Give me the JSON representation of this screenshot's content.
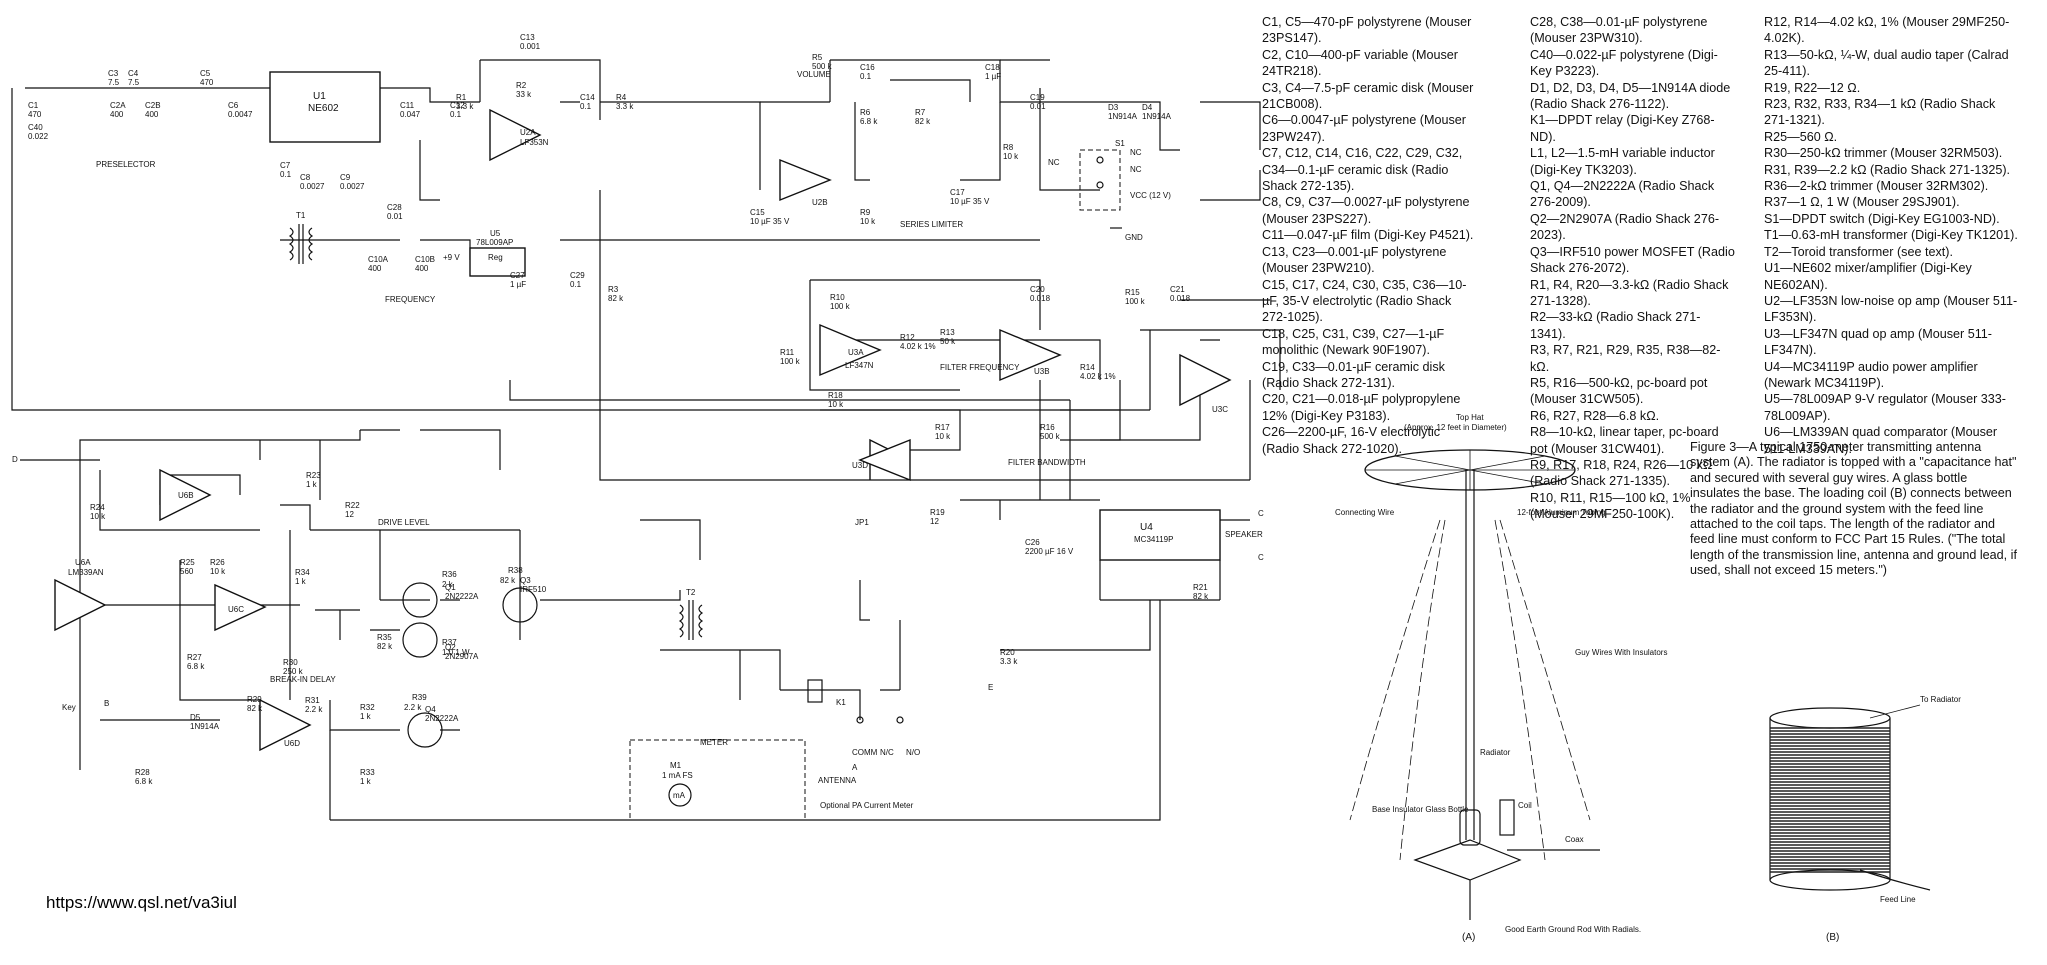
{
  "url_text": "https://www.qsl.net/va3iul",
  "schematic": {
    "ics": {
      "u1": {
        "ref": "U1",
        "part": "NE602"
      },
      "u2a": {
        "ref": "U2A",
        "part": "LF353N"
      },
      "u2b": {
        "ref": "U2B"
      },
      "u3a": {
        "ref": "U3A",
        "part": "LF347N"
      },
      "u3b": {
        "ref": "U3B"
      },
      "u3c": {
        "ref": "U3C"
      },
      "u3d": {
        "ref": "U3D"
      },
      "u4": {
        "ref": "U4",
        "part": "MC34119P"
      },
      "u5": {
        "ref": "U5",
        "part": "78L009AP",
        "inner": "Reg"
      },
      "u6a": {
        "ref": "U6A",
        "part": "LM339AN"
      },
      "u6b": {
        "ref": "U6B"
      },
      "u6c": {
        "ref": "U6C"
      },
      "u6d": {
        "ref": "U6D"
      }
    },
    "labels": {
      "preselector": "PRESELECTOR",
      "frequency": "FREQUENCY",
      "volume": "VOLUME",
      "series_limiter": "SERIES LIMITER",
      "filter_frequency": "FILTER FREQUENCY",
      "filter_bandwidth": "FILTER BANDWIDTH",
      "drive_level": "DRIVE LEVEL",
      "break_in_delay": "BREAK-IN DELAY",
      "speaker": "SPEAKER",
      "meter": "METER",
      "antenna": "ANTENNA",
      "optional_meter": "Optional PA Current Meter",
      "key": "Key",
      "gnd": "GND",
      "vcc": "VCC (12 V)",
      "plus9v": "+9 V",
      "nc1": "NC",
      "nc2": "NC",
      "nc3": "NC",
      "s1": "S1",
      "k1": "K1",
      "t1": "T1",
      "t2": "T2",
      "jp1": "JP1",
      "comm": "COMM",
      "nc": "N/C",
      "no": "N/O",
      "m1": "M1",
      "m1_range": "1 mA FS",
      "ma": "mA",
      "d_top": "D",
      "d_bot": "E",
      "c_right1": "C",
      "c_right2": "C",
      "a_left": "A",
      "b_left": "B"
    },
    "parts": [
      {
        "ref": "C1",
        "val": "470"
      },
      {
        "ref": "C40",
        "val": "0.022"
      },
      {
        "ref": "C2A",
        "val": "400"
      },
      {
        "ref": "C2B",
        "val": "400"
      },
      {
        "ref": "C3",
        "val": "7.5"
      },
      {
        "ref": "C4",
        "val": "7.5"
      },
      {
        "ref": "C5",
        "val": "470"
      },
      {
        "ref": "C6",
        "val": "0.0047"
      },
      {
        "ref": "C7",
        "val": "0.1"
      },
      {
        "ref": "C8",
        "val": "0.0027"
      },
      {
        "ref": "C9",
        "val": "0.0027"
      },
      {
        "ref": "C10A",
        "val": "400"
      },
      {
        "ref": "C10B",
        "val": "400"
      },
      {
        "ref": "C11",
        "val": "0.047"
      },
      {
        "ref": "C12",
        "val": "0.1"
      },
      {
        "ref": "C13",
        "val": "0.001"
      },
      {
        "ref": "C14",
        "val": "0.1"
      },
      {
        "ref": "C15",
        "val": "10 µF 35 V"
      },
      {
        "ref": "C16",
        "val": "0.1"
      },
      {
        "ref": "C17",
        "val": "10 µF 35 V"
      },
      {
        "ref": "C18",
        "val": "1 µF"
      },
      {
        "ref": "C19",
        "val": "0.01"
      },
      {
        "ref": "C20",
        "val": "0.018"
      },
      {
        "ref": "C21",
        "val": "0.018"
      },
      {
        "ref": "C26",
        "val": "2200 µF 16 V"
      },
      {
        "ref": "C27",
        "val": "1 µF"
      },
      {
        "ref": "C28",
        "val": "0.01"
      },
      {
        "ref": "C29",
        "val": "0.1"
      },
      {
        "ref": "R1",
        "val": "3.3 k"
      },
      {
        "ref": "R2",
        "val": "33 k"
      },
      {
        "ref": "R3",
        "val": "82 k"
      },
      {
        "ref": "R4",
        "val": "3.3 k"
      },
      {
        "ref": "R5",
        "val": "500 k"
      },
      {
        "ref": "R6",
        "val": "6.8 k"
      },
      {
        "ref": "R7",
        "val": "82 k"
      },
      {
        "ref": "R8",
        "val": "10 k"
      },
      {
        "ref": "R9",
        "val": "10 k"
      },
      {
        "ref": "R10",
        "val": "100 k"
      },
      {
        "ref": "R11",
        "val": "100 k"
      },
      {
        "ref": "R12",
        "val": "4.02 k 1%"
      },
      {
        "ref": "R13",
        "val": "50 k"
      },
      {
        "ref": "R14",
        "val": "4.02 k 1%"
      },
      {
        "ref": "R15",
        "val": "100 k"
      },
      {
        "ref": "R16",
        "val": "500 k"
      },
      {
        "ref": "R17",
        "val": "10 k"
      },
      {
        "ref": "R18",
        "val": "10 k"
      },
      {
        "ref": "R19",
        "val": "12"
      },
      {
        "ref": "R20",
        "val": "3.3 k"
      },
      {
        "ref": "R21",
        "val": "82 k"
      },
      {
        "ref": "R22",
        "val": "12"
      },
      {
        "ref": "R23",
        "val": "1 k"
      },
      {
        "ref": "R24",
        "val": "10 k"
      },
      {
        "ref": "R25",
        "val": "560"
      },
      {
        "ref": "R26",
        "val": "10 k"
      },
      {
        "ref": "R27",
        "val": "6.8 k"
      },
      {
        "ref": "R28",
        "val": "6.8 k"
      },
      {
        "ref": "R29",
        "val": "82 k"
      },
      {
        "ref": "R30",
        "val": "250 k"
      },
      {
        "ref": "R31",
        "val": "2.2 k"
      },
      {
        "ref": "R32",
        "val": "1 k"
      },
      {
        "ref": "R33",
        "val": "1 k"
      },
      {
        "ref": "R34",
        "val": "1 k"
      },
      {
        "ref": "R35",
        "val": "82 k"
      },
      {
        "ref": "R36",
        "val": "2 k"
      },
      {
        "ref": "R37",
        "val": "1.0 1 W"
      },
      {
        "ref": "R38",
        "val": "82 k"
      },
      {
        "ref": "R39",
        "val": "2.2 k"
      },
      {
        "ref": "Q1",
        "val": "2N2222A"
      },
      {
        "ref": "Q2",
        "val": "2N2907A"
      },
      {
        "ref": "Q3",
        "val": "IRF510"
      },
      {
        "ref": "Q4",
        "val": "2N2222A"
      },
      {
        "ref": "D5",
        "val": "1N914A"
      },
      {
        "ref": "D3",
        "val": "1N914A"
      },
      {
        "ref": "D4",
        "val": "1N914A"
      }
    ]
  },
  "parts_list_col1": [
    "C1, C5—470-pF polystyrene (Mouser 23PS147).",
    "C2, C10—400-pF variable (Mouser 24TR218).",
    "C3, C4—7.5-pF ceramic disk (Mouser 21CB008).",
    "C6—0.0047-µF polystyrene (Mouser 23PW247).",
    "C7, C12, C14, C16, C22, C29, C32, C34—0.1-µF ceramic disk (Radio Shack 272-135).",
    "C8, C9, C37—0.0027-µF polystyrene (Mouser 23PS227).",
    "C11—0.047-µF film (Digi-Key P4521).",
    "C13, C23—0.001-µF polystyrene (Mouser 23PW210).",
    "C15, C17, C24, C30, C35, C36—10-µF, 35-V electrolytic (Radio Shack 272-1025).",
    "C18, C25, C31, C39, C27—1-µF monolithic (Newark 90F1907).",
    "C19, C33—0.01-µF ceramic disk (Radio Shack 272-131).",
    "C20, C21—0.018-µF polypropylene 12% (Digi-Key P3183).",
    "C26—2200-µF, 16-V electrolytic (Radio Shack 272-1020)."
  ],
  "parts_list_col2": [
    "C28, C38—0.01-µF polystyrene (Mouser 23PW310).",
    "C40—0.022-µF polystyrene (Digi-Key P3223).",
    "D1, D2, D3, D4, D5—1N914A diode (Radio Shack 276-1122).",
    "K1—DPDT relay (Digi-Key Z768-ND).",
    "L1, L2—1.5-mH variable inductor (Digi-Key TK3203).",
    "Q1, Q4—2N2222A (Radio Shack 276-2009).",
    "Q2—2N2907A (Radio Shack 276-2023).",
    "Q3—IRF510 power MOSFET (Radio Shack 276-2072).",
    "R1, R4, R20—3.3-kΩ (Radio Shack 271-1328).",
    "R2—33-kΩ (Radio Shack 271-1341).",
    "R3, R7, R21, R29, R35, R38—82-kΩ.",
    "R5, R16—500-kΩ, pc-board pot (Mouser 31CW505).",
    "R6, R27, R28—6.8 kΩ.",
    "R8—10-kΩ, linear taper, pc-board pot (Mouser 31CW401).",
    "R9, R17, R18, R24, R26—10 kΩ (Radio Shack 271-1335).",
    "R10, R11, R15—100 kΩ, 1% (Mouser 29MF250-100K)."
  ],
  "parts_list_col3": [
    "R12, R14—4.02 kΩ, 1% (Mouser 29MF250-4.02K).",
    "R13—50-kΩ, ¼-W, dual audio taper (Calrad 25-411).",
    "R19, R22—12 Ω.",
    "R23, R32, R33, R34—1 kΩ (Radio Shack 271-1321).",
    "R25—560 Ω.",
    "R30—250-kΩ trimmer (Mouser 32RM503).",
    "R31, R39—2.2 kΩ (Radio Shack 271-1325).",
    "R36—2-kΩ trimmer (Mouser 32RM302).",
    "R37—1 Ω, 1 W (Mouser 29SJ901).",
    "S1—DPDT switch (Digi-Key EG1003-ND).",
    "T1—0.63-mH transformer (Digi-Key TK1201).",
    "T2—Toroid transformer (see text).",
    "U1—NE602 mixer/amplifier (Digi-Key NE602AN).",
    "U2—LF353N low-noise op amp (Mouser 511-LF353N).",
    "U3—LF347N quad op amp (Mouser 511-LF347N).",
    "U4—MC34119P audio power amplifier (Newark MC34119P).",
    "U5—78L009AP 9-V regulator (Mouser 333-78L009AP).",
    "U6—LM339AN quad comparator (Mouser 511-LM339AN)."
  ],
  "antenna_fig": {
    "top_hat": "Top Hat",
    "top_hat_note": "(Approx. 12 feet in Diameter)",
    "connecting_wire": "Connecting Wire",
    "tubing": "12-foot Aluminum Tubing",
    "guy_wires": "Guy Wires With Insulators",
    "radiator": "Radiator",
    "base_insulator": "Base Insulator Glass Bottle",
    "coil": "Coil",
    "coax": "Coax",
    "ground_rod": "Good Earth Ground Rod With Radials.",
    "label_a": "(A)"
  },
  "coil_fig": {
    "to_radiator": "To Radiator",
    "feed_line": "Feed Line",
    "label_b": "(B)"
  },
  "caption": "Figure 3—A typical 1750-meter transmitting antenna system (A). The radiator is topped with a \"capacitance hat\" and secured with several guy wires. A glass bottle insulates the base. The loading coil (B) connects between the radiator and the ground system with the feed line attached to the coil taps. The length of the radiator and feed line must conform to FCC Part 15 Rules. (\"The total length of the transmission line, antenna and ground lead, if used, shall not exceed 15 meters.\")"
}
